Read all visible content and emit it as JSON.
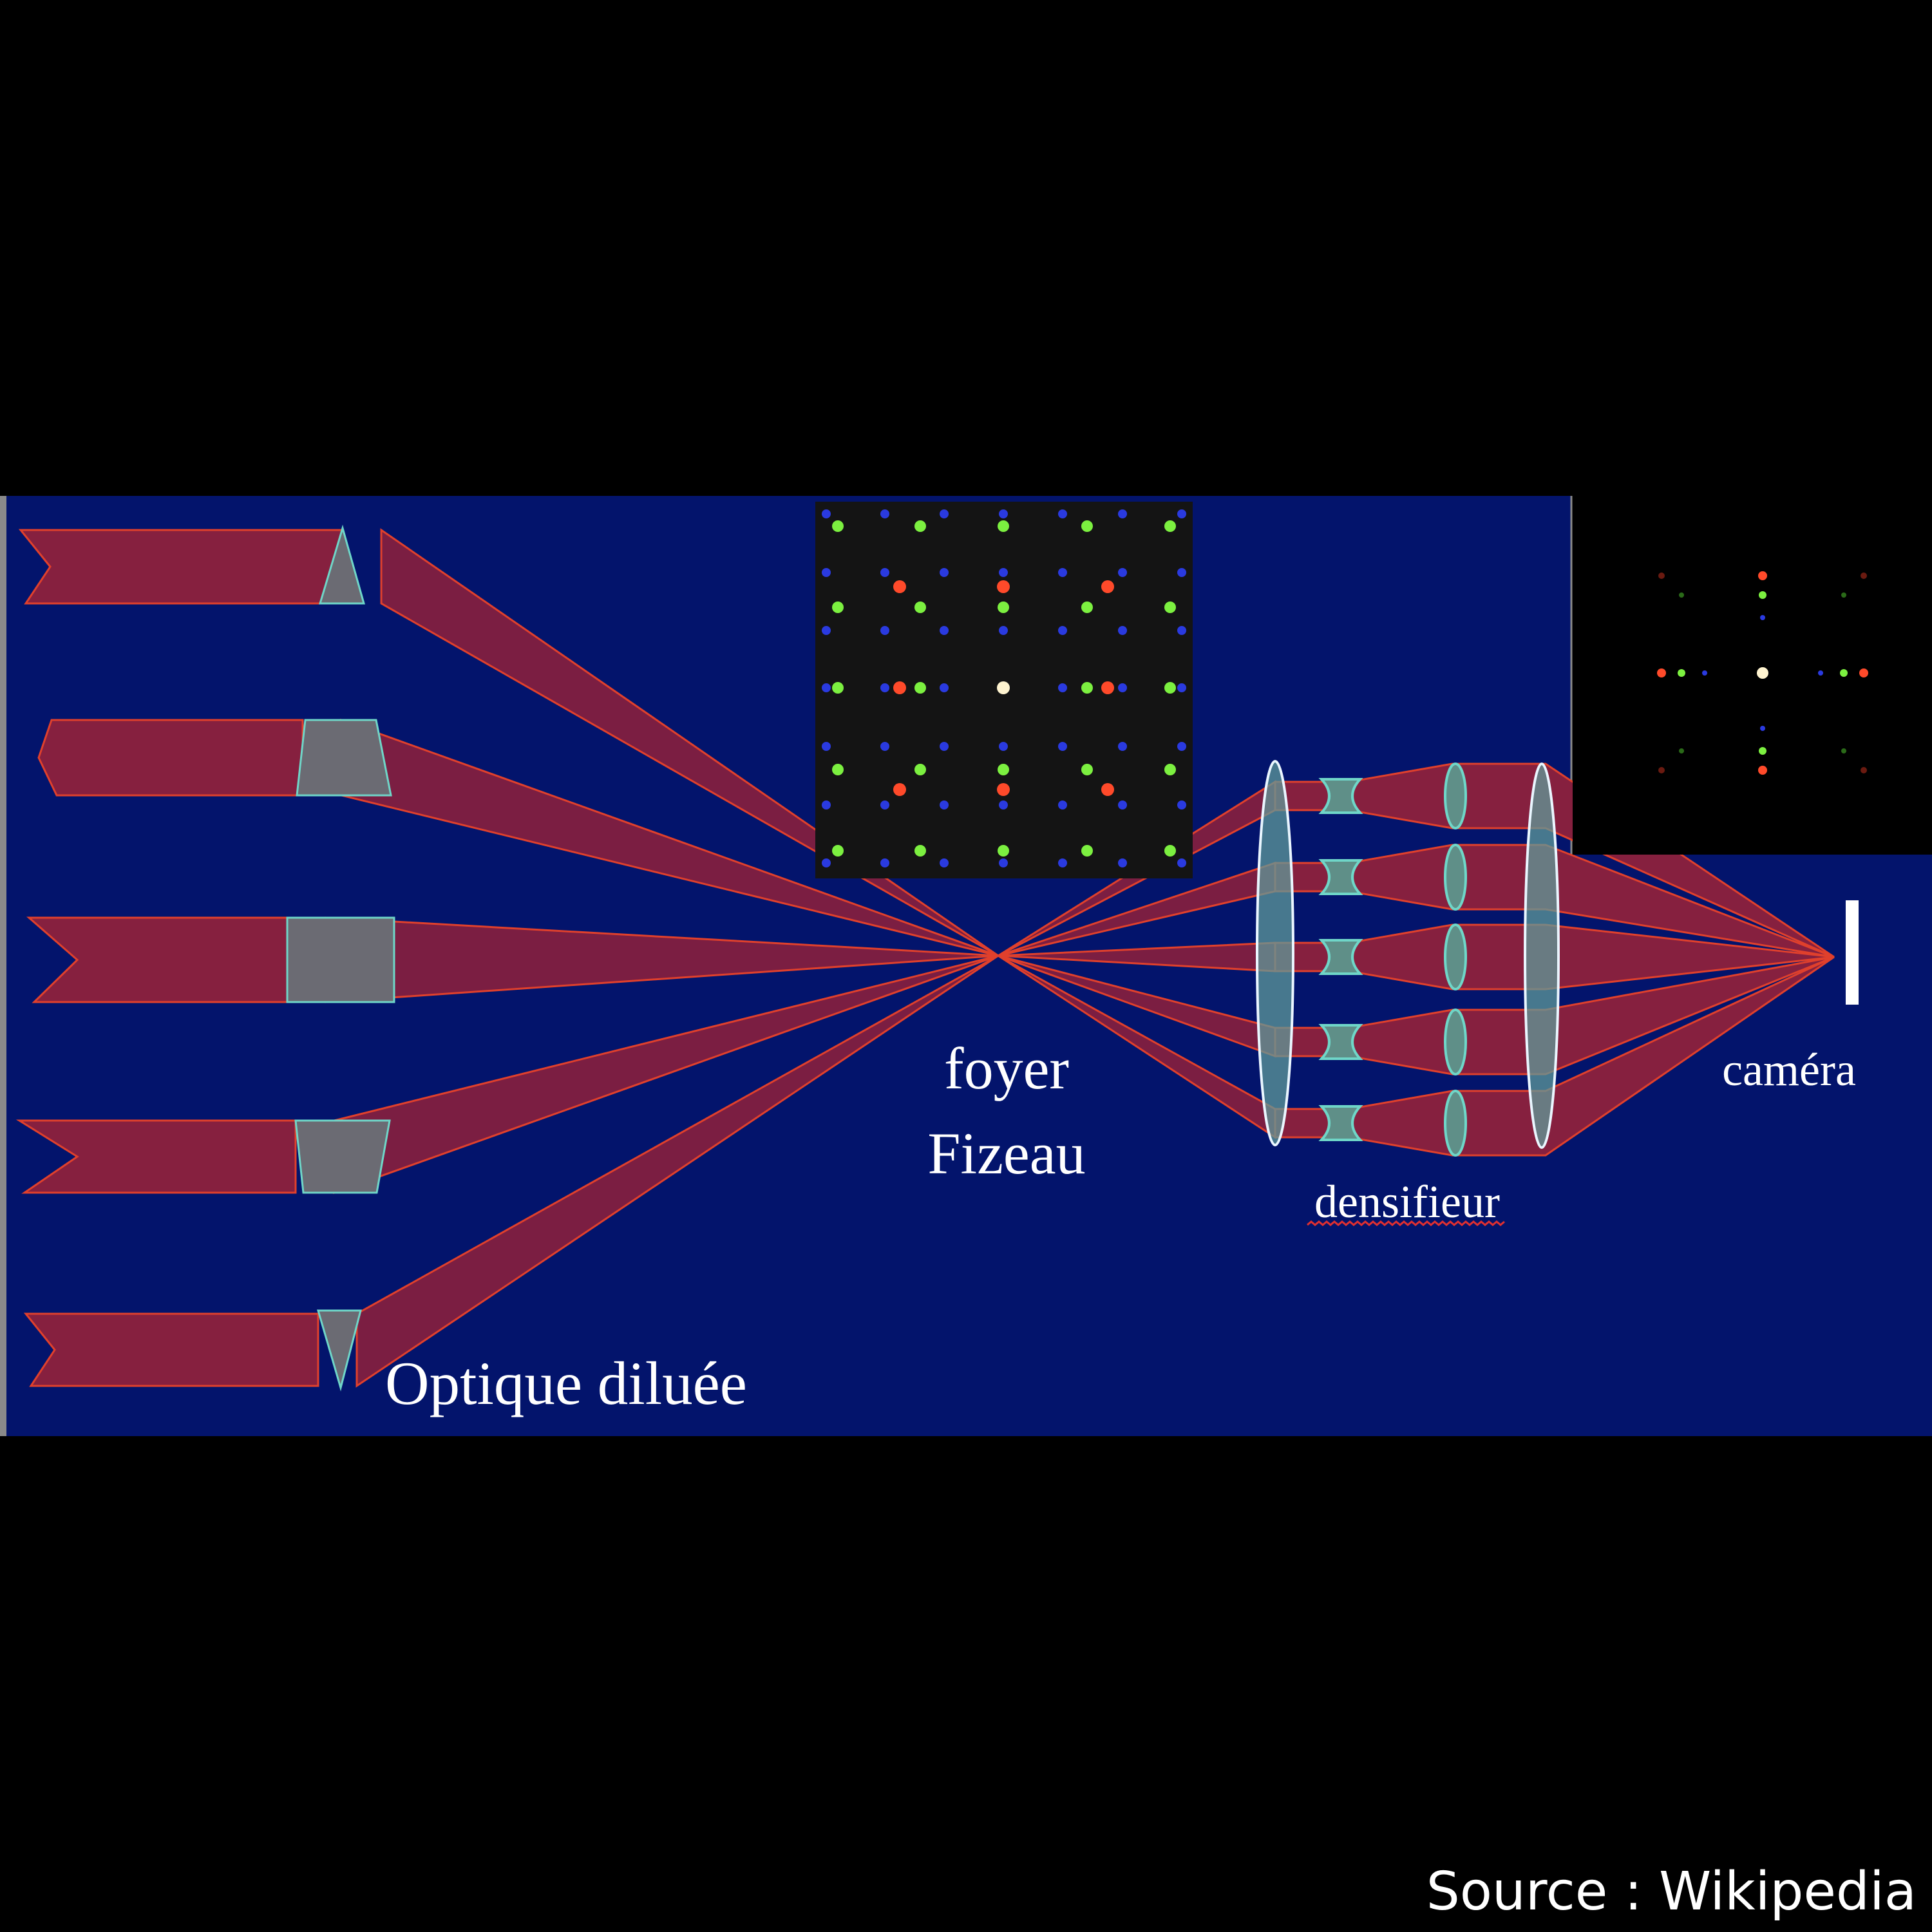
{
  "labels": {
    "fizeau_focus_line1": "foyer",
    "fizeau_focus_line2": "Fizeau",
    "densifier": "densifieur",
    "camera": "caméra",
    "diluted_optics": "Optique diluée",
    "source": "Source : Wikipedia"
  },
  "colors": {
    "background": "#000000",
    "panel_blue": "#03146c",
    "beam_fill": "#86203f",
    "beam_edge": "#e0402c",
    "optic_element": "#6b6b73",
    "lens": "#5f9a9a",
    "spot_red": "#ff4a2a",
    "spot_green": "#7cf040",
    "spot_blue": "#2a3ae0",
    "spot_center": "#fff4d0"
  }
}
